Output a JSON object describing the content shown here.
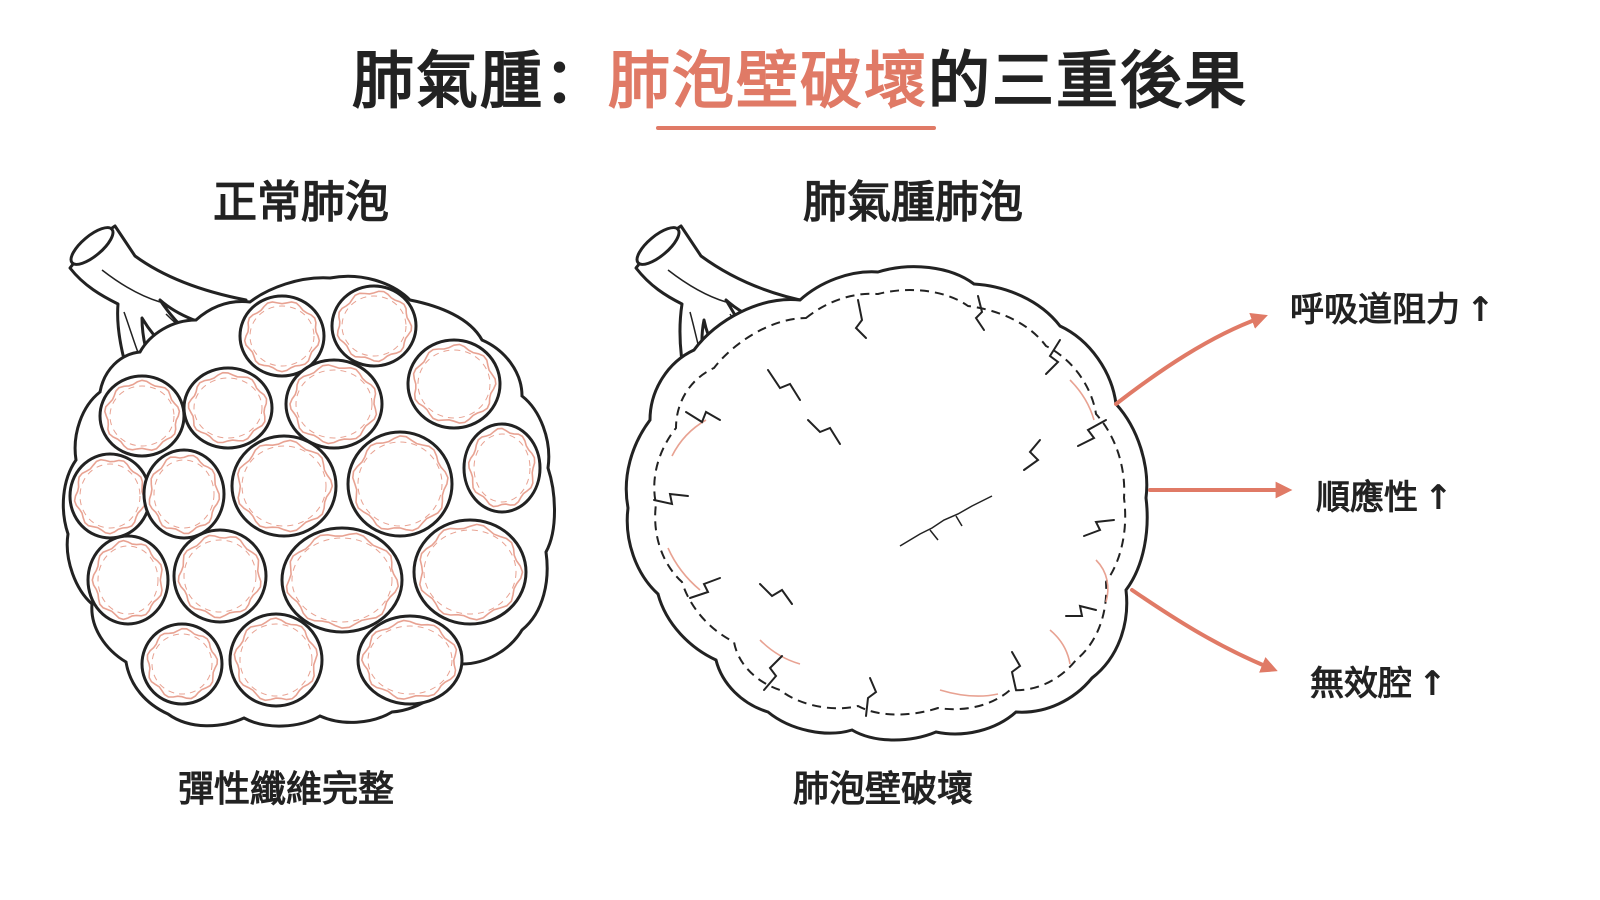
{
  "title": {
    "prefix": "肺氣腫：",
    "accent": "肺泡壁破壞",
    "suffix": "的三重後果"
  },
  "colors": {
    "accent": "#e07a66",
    "ink": "#222222",
    "elastic_fiber": "#e8a292"
  },
  "panels": {
    "normal": {
      "title": "正常肺泡",
      "caption": "彈性纖維完整"
    },
    "emphysema": {
      "title": "肺氣腫肺泡",
      "caption": "肺泡壁破壞"
    }
  },
  "effects": [
    {
      "text": "呼吸道阻力",
      "arrow": "↑"
    },
    {
      "text": "順應性",
      "arrow": "↑"
    },
    {
      "text": "無效腔",
      "arrow": "↑"
    }
  ]
}
